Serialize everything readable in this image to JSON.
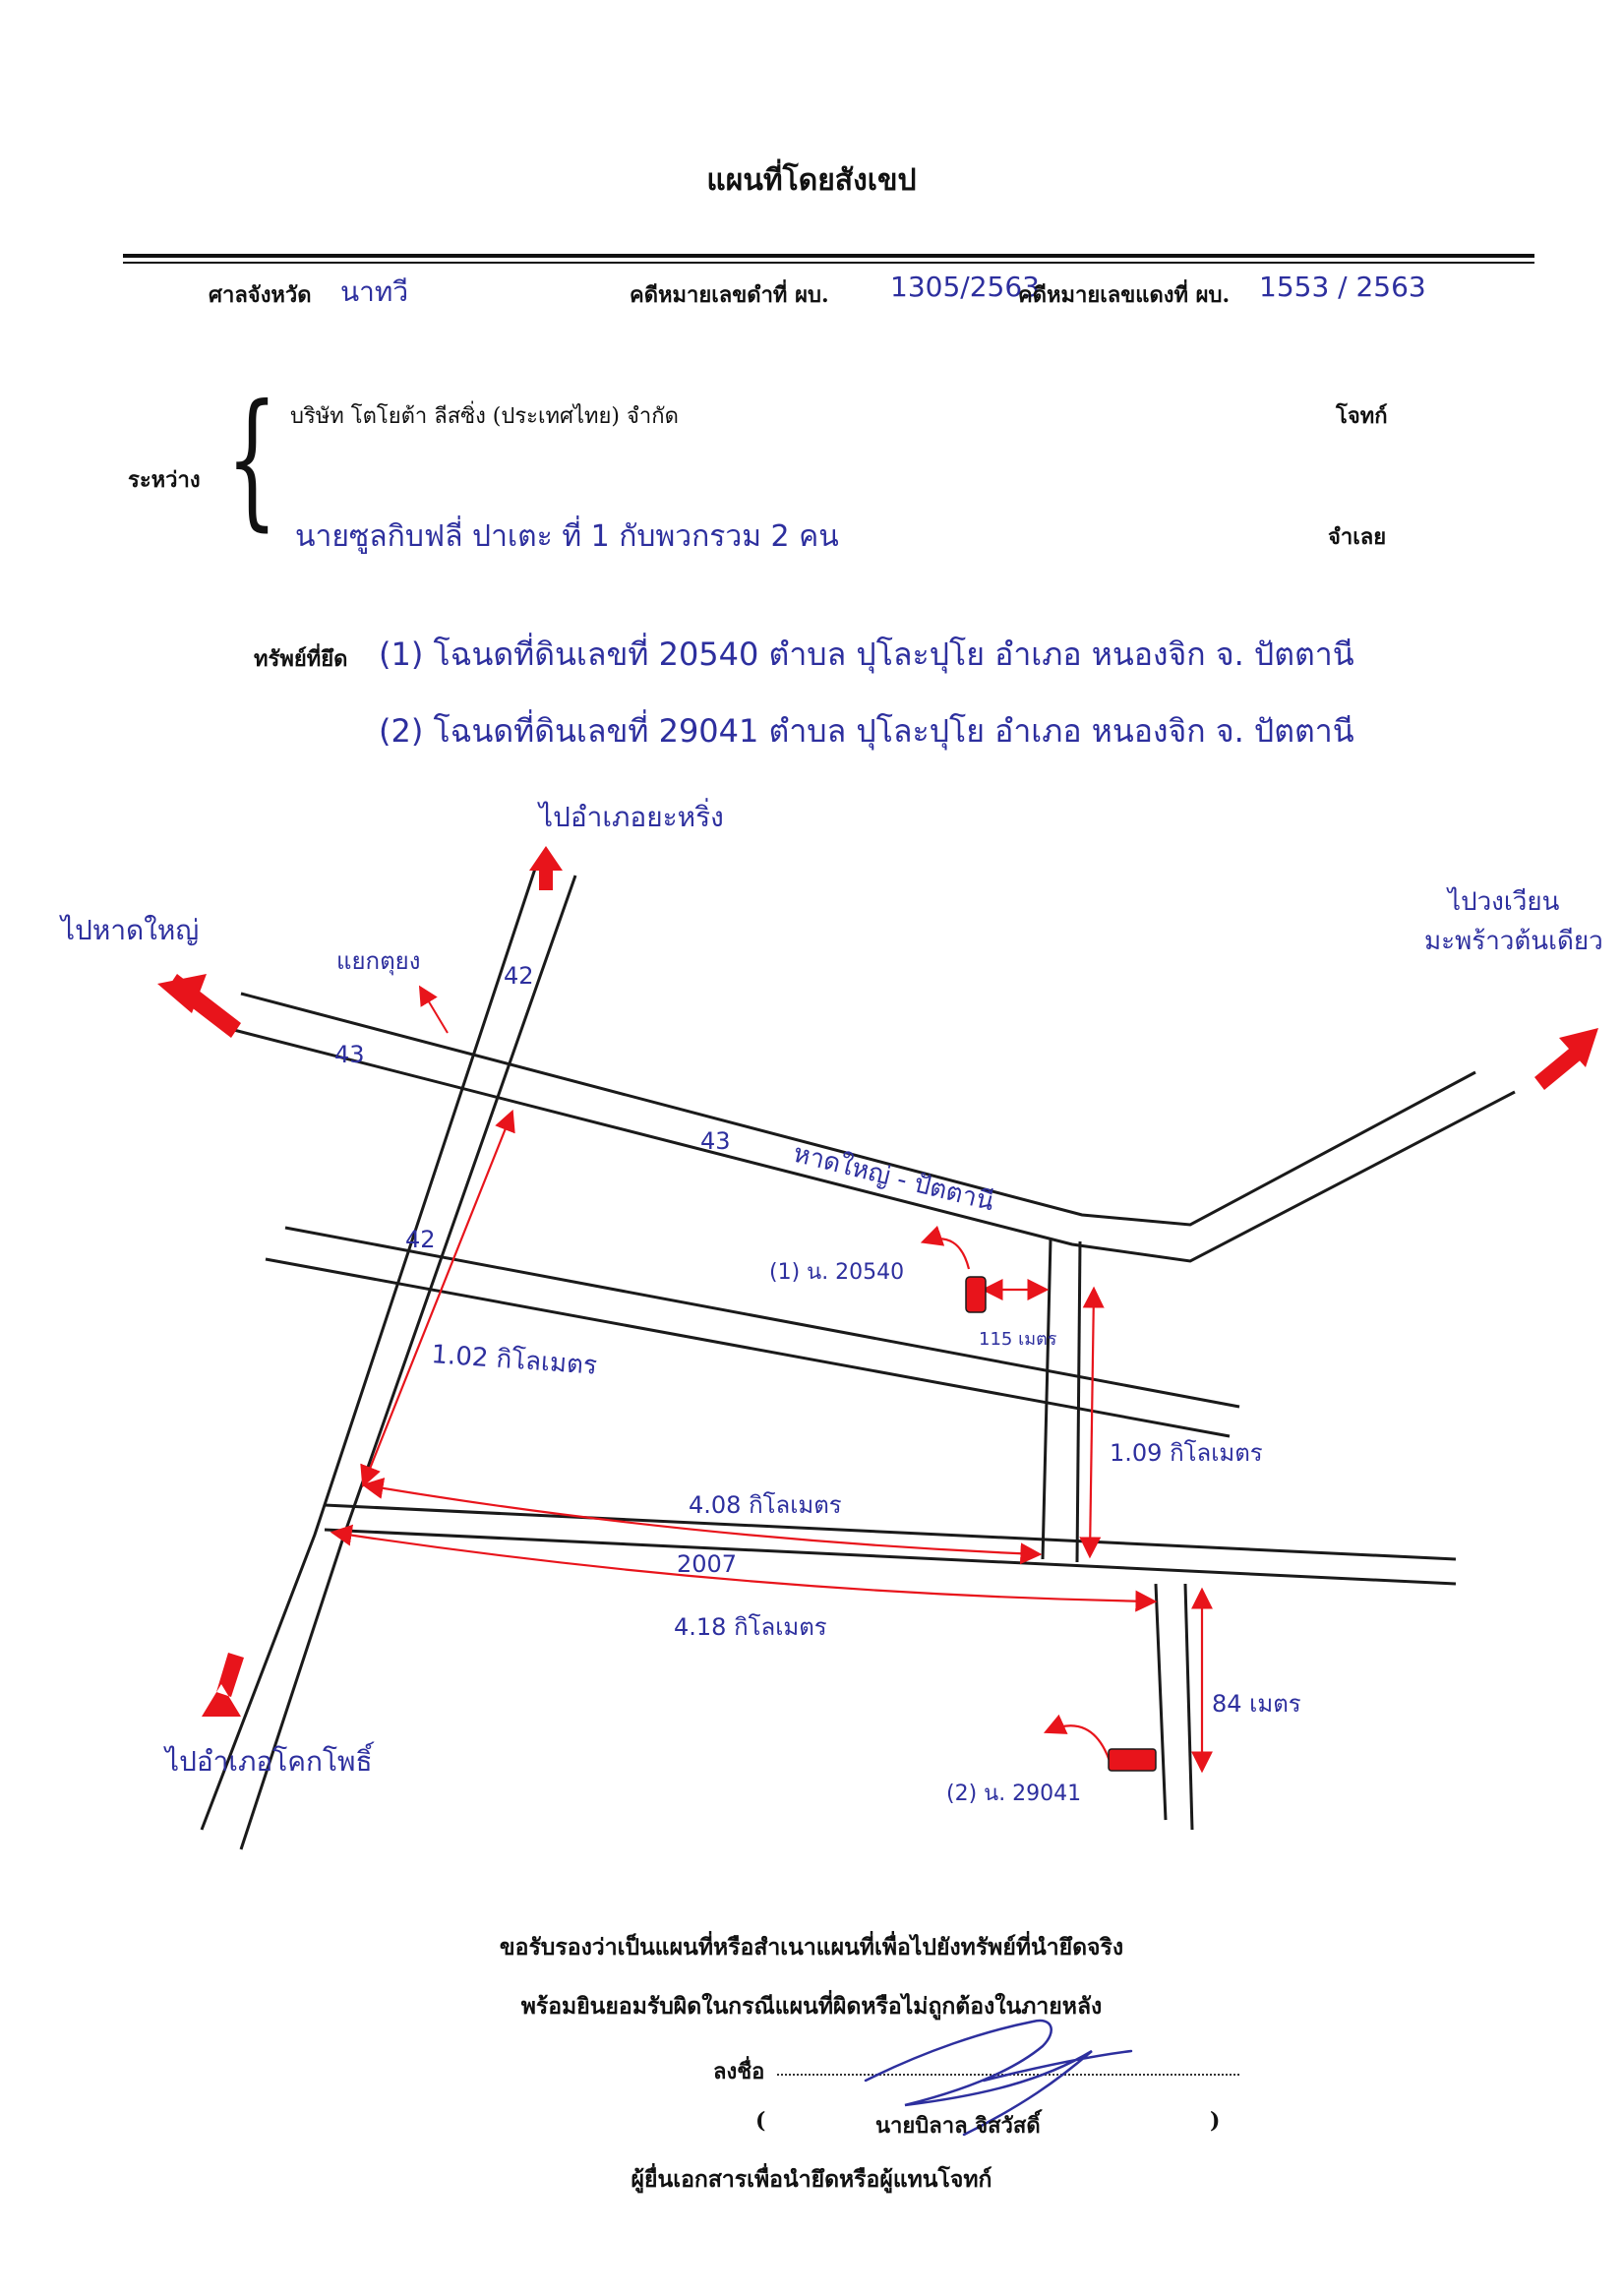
{
  "header": {
    "title": "แผนที่โดยสังเขป",
    "court_label": "ศาลจังหวัด",
    "court_value": "นาทวี",
    "black_case_label": "คดีหมายเลขดำที่ ผบ.",
    "black_case_value": "1305/2563",
    "red_case_label": "คดีหมายเลขแดงที่ ผบ.",
    "red_case_value": "1553 / 2563"
  },
  "parties": {
    "between_label": "ระหว่าง",
    "plaintiff": "บริษัท โตโยต้า ลีสซิ่ง (ประเทศไทย) จำกัด",
    "plaintiff_role": "โจทก์",
    "defendant": "นายซูลกิบฟลี่ ปาเตะ ที่ 1 กับพวกรวม 2 คน",
    "defendant_role": "จำเลย"
  },
  "assets": {
    "label": "ทรัพย์ที่ยึด",
    "items": [
      "(1) โฉนดที่ดินเลขที่ 20540 ตำบล ปุโละปุโย อำเภอ หนองจิก จ. ปัตตานี",
      "(2) โฉนดที่ดินเลขที่ 29041 ตำบล ปุโละปุโย อำเภอ หนองจิก จ. ปัตตานี"
    ]
  },
  "map": {
    "to_north": "ไปอำเภอยะหริ่ง",
    "to_west": "ไปหาดใหญ่",
    "to_east": "ไปวงเวียน มะพร้าวต้นเดียว",
    "to_southwest": "ไปอำเภอโคกโพธิ์",
    "junction_note": "แยกตุยง",
    "road_42": "42",
    "road_43": "43",
    "road_43_name": "หาดใหญ่ - ปัตตานี",
    "road_2007": "2007",
    "dist_road42": "1.02 กิโลเมตร",
    "dist_upper": "4.08 กิโลเมตร",
    "dist_lower": "4.18 กิโลเมตร",
    "dist_side": "1.09 กิโลเมตร",
    "dist_115": "115 เมตร",
    "dist_84": "84 เมตร",
    "parcel1_label": "(1) น. 20540",
    "parcel2_label": "(2) น. 29041",
    "colors": {
      "road_line": "#1a1a1a",
      "marker": "#e8141b",
      "ink": "#2d2f9e"
    }
  },
  "certification": {
    "line1": "ขอรับรองว่าเป็นแผนที่หรือสำเนาแผนที่เพื่อไปยังทรัพย์ที่นำยึดจริง",
    "line2": "พร้อมยินยอมรับผิดในกรณีแผนที่ผิดหรือไม่ถูกต้องในภายหลัง",
    "sign_label": "ลงชื่อ",
    "open_paren": "(",
    "signer_name": "นายบิลาล จิสวัสดิ์",
    "close_paren": ")",
    "signer_role": "ผู้ยื่นเอกสารเพื่อนำยึดหรือผู้แทนโจทก์"
  }
}
